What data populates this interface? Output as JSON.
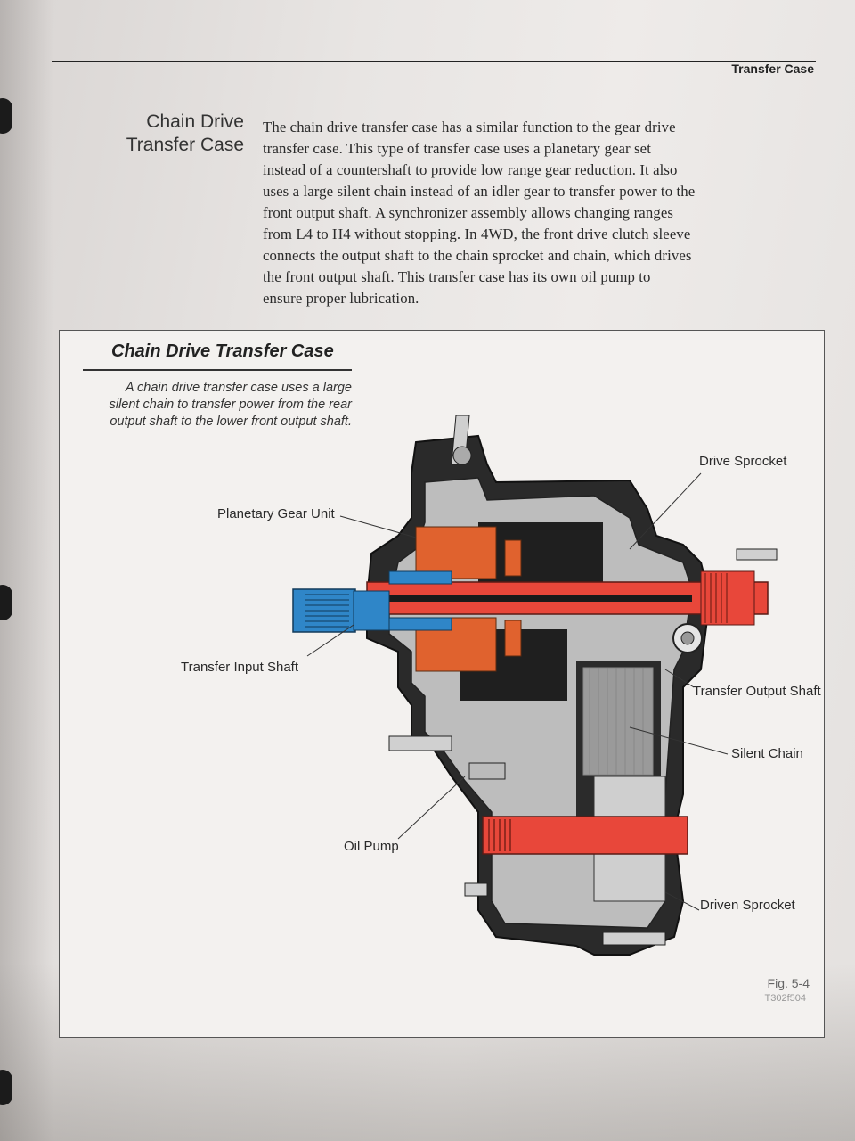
{
  "header": {
    "title": "Transfer Case"
  },
  "section": {
    "title_line1": "Chain Drive",
    "title_line2": "Transfer Case",
    "body_lines": [
      "The chain drive transfer case has a similar function to the gear drive",
      "transfer case. This type of transfer case uses a planetary gear set",
      "instead of a countershaft to provide low range gear reduction. It also",
      "uses a large silent chain instead of an idler gear to transfer power to the",
      "front output shaft. A synchronizer assembly allows changing ranges",
      "from L4 to H4 without stopping. In 4WD, the front drive clutch sleeve",
      "connects the output shaft to the chain sprocket and chain, which drives",
      "the front output shaft. This transfer case has its own oil pump to",
      "ensure proper lubrication."
    ]
  },
  "figure": {
    "title": "Chain Drive Transfer Case",
    "caption_lines": [
      "A chain drive transfer case uses a large",
      "silent chain to transfer power from the rear",
      "output shaft to the lower front output shaft."
    ],
    "labels": {
      "drive_sprocket": "Drive Sprocket",
      "planetary_gear_unit": "Planetary Gear Unit",
      "transfer_input_shaft": "Transfer Input Shaft",
      "transfer_output_shaft": "Transfer Output Shaft",
      "silent_chain": "Silent Chain",
      "oil_pump": "Oil Pump",
      "driven_sprocket": "Driven Sprocket"
    },
    "fig_number": "Fig. 5-4",
    "fig_code": "T302f504",
    "colors": {
      "output_red": "#e8473a",
      "planetary_orange": "#e0622e",
      "input_blue": "#2f86c8",
      "casing_black": "#1a1a1a"
    }
  }
}
